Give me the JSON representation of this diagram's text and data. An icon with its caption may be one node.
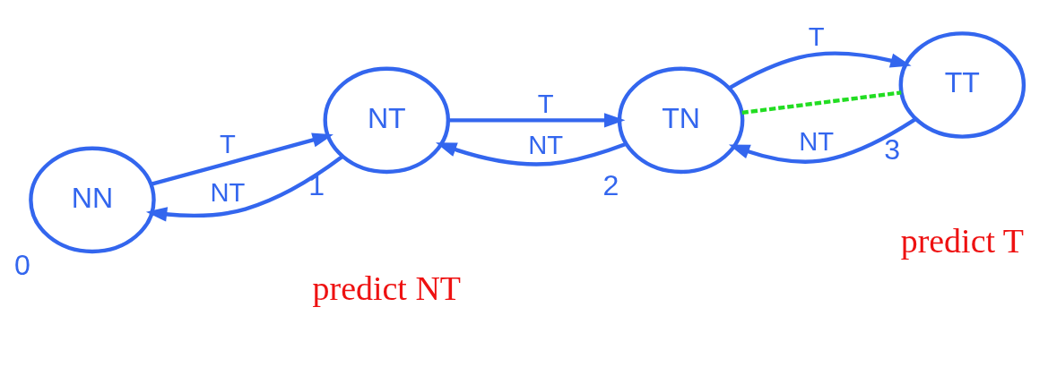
{
  "diagram": {
    "nodes": [
      {
        "text": [
          "NN"
        ],
        "beside": [
          "0"
        ]
      },
      {
        "text": [
          "NT"
        ],
        "beside": [
          "1"
        ]
      },
      {
        "text": [
          "TN"
        ],
        "beside": [
          "2"
        ]
      },
      {
        "text": [
          "TT"
        ],
        "beside": [
          "3"
        ]
      }
    ],
    "edges": [
      {
        "from": 0,
        "to": 1,
        "arrow": "to",
        "label": "T"
      },
      {
        "from": 1,
        "to": 0,
        "arrow": "to",
        "label": "NT"
      },
      {
        "from": 1,
        "to": 2,
        "arrow": "to",
        "label": "T"
      },
      {
        "from": 2,
        "to": 1,
        "arrow": "to",
        "label": "NT"
      },
      {
        "from": 2,
        "to": 3,
        "arrow": "to",
        "label": "T"
      },
      {
        "from": 3,
        "to": 2,
        "arrow": "to",
        "label": "NT"
      },
      {
        "from": 2,
        "to": 3,
        "arrow": "none",
        "style": "dashed",
        "color": "#22dd22"
      }
    ],
    "labels": [
      "predict NT",
      "predict T"
    ]
  }
}
